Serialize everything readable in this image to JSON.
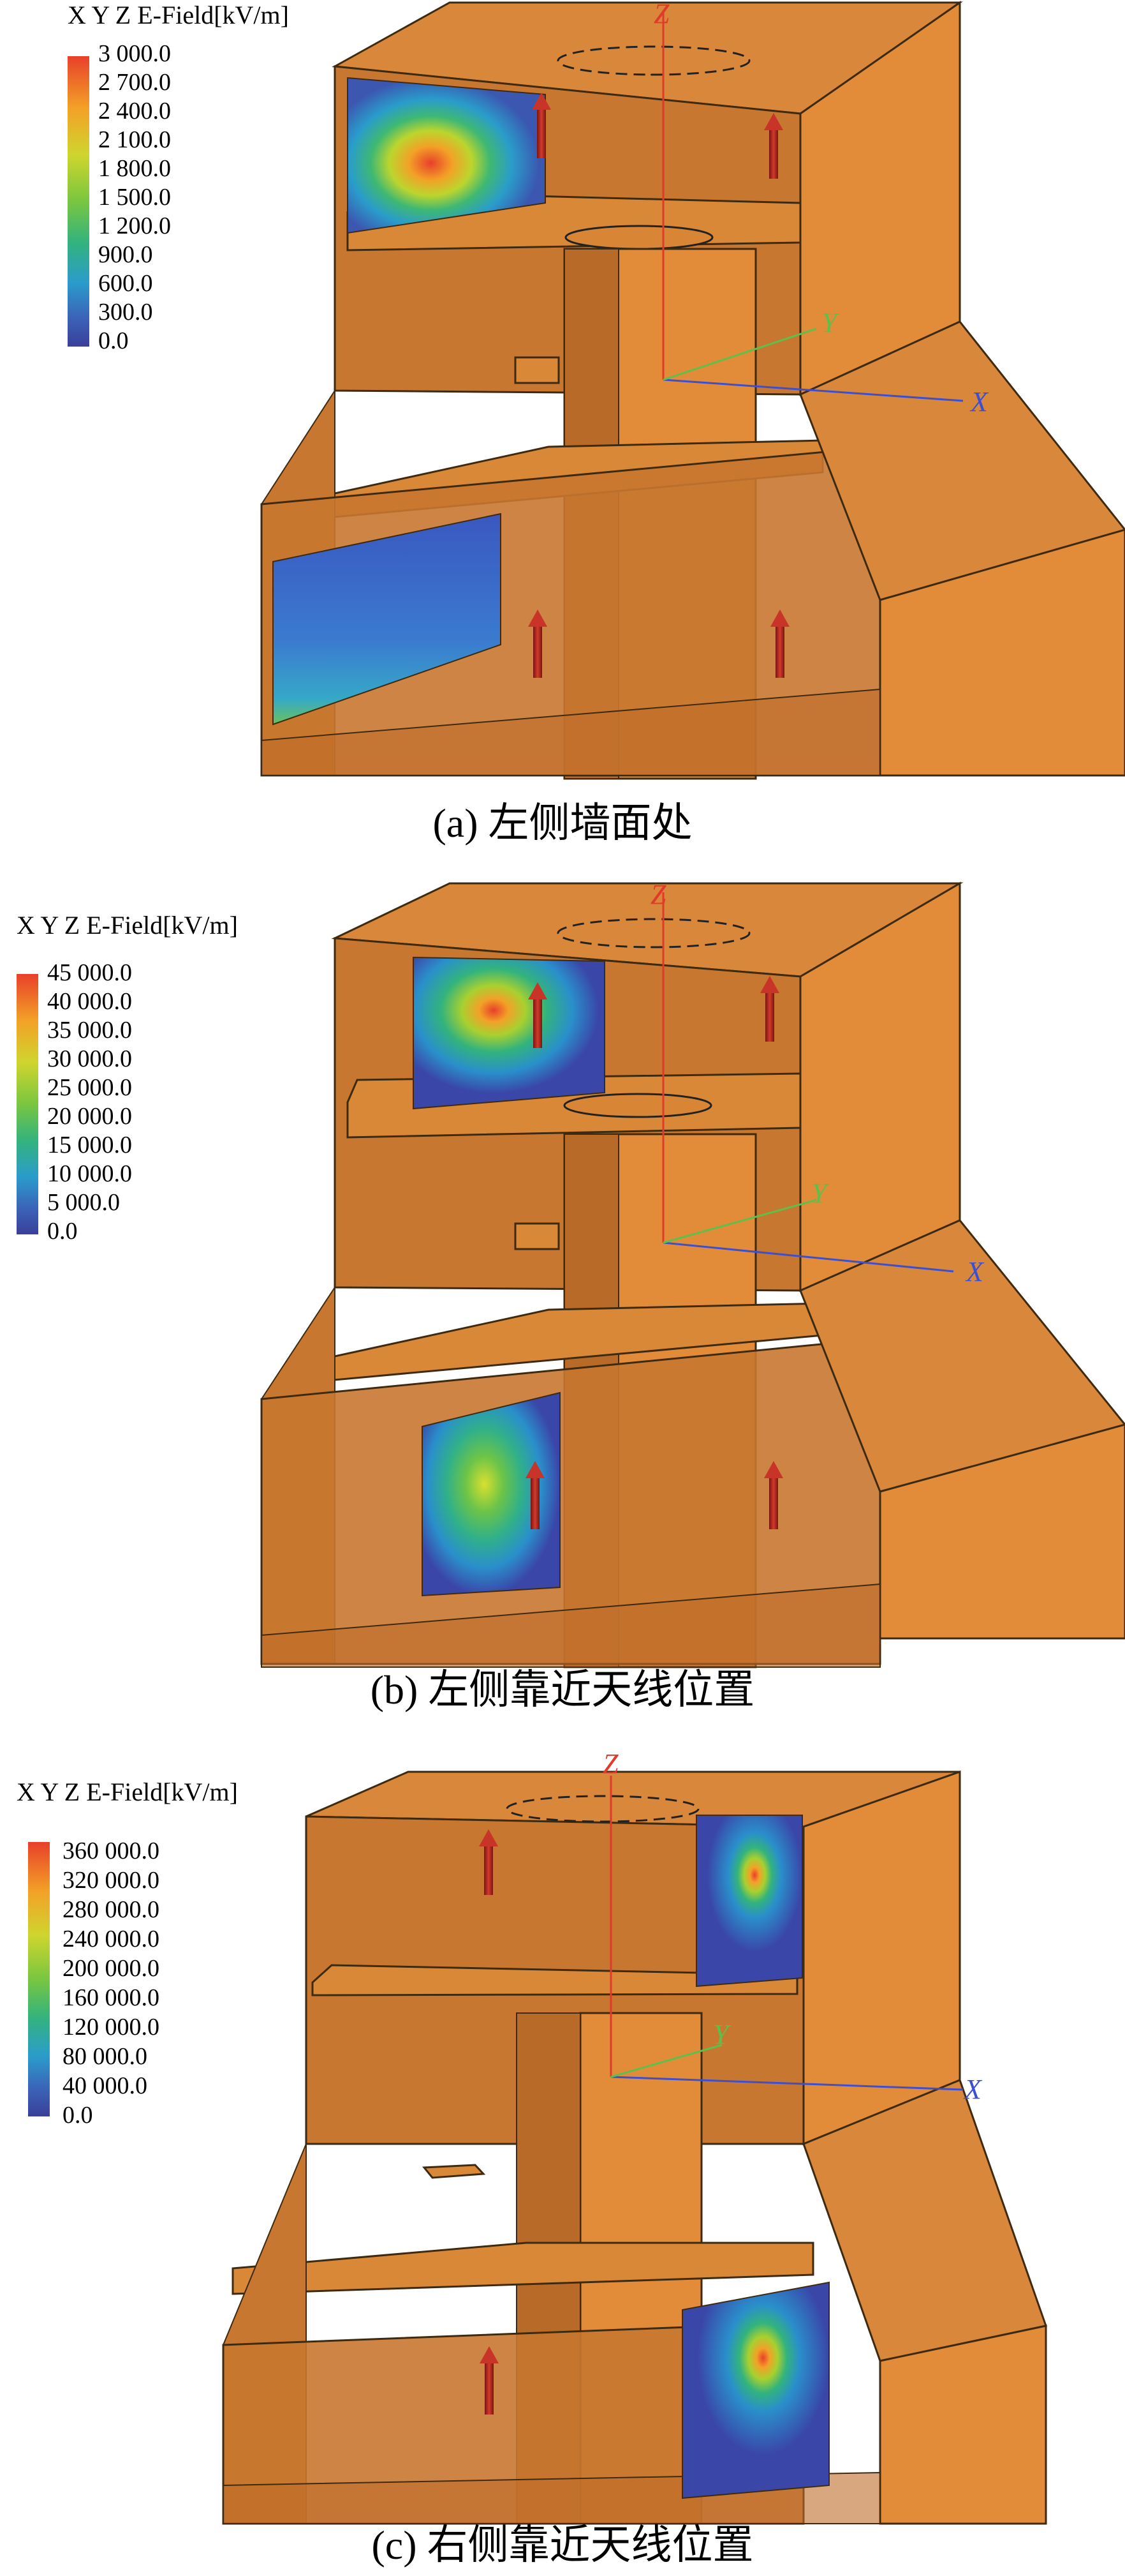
{
  "panels": [
    {
      "id": "a",
      "caption": "(a) 左侧墙面处",
      "legend_title": "X Y Z E-Field[kV/m]",
      "legend_ticks": [
        "3 000.0",
        "2 700.0",
        "2 400.0",
        "2 100.0",
        "1 800.0",
        "1 500.0",
        "1 200.0",
        "900.0",
        "600.0",
        "300.0",
        "0.0"
      ]
    },
    {
      "id": "b",
      "caption": "(b) 左侧靠近天线位置",
      "legend_title": "X Y Z E-Field[kV/m]",
      "legend_ticks": [
        "45 000.0",
        "40 000.0",
        "35 000.0",
        "30 000.0",
        "25 000.0",
        "20 000.0",
        "15 000.0",
        "10 000.0",
        "5 000.0",
        "0.0"
      ]
    },
    {
      "id": "c",
      "caption": "(c) 右侧靠近天线位置",
      "legend_title": "X Y Z E-Field[kV/m]",
      "legend_ticks": [
        "360 000.0",
        "320 000.0",
        "280 000.0",
        "240 000.0",
        "200 000.0",
        "160 000.0",
        "120 000.0",
        "80 000.0",
        "40 000.0",
        "0.0"
      ]
    }
  ],
  "axes": {
    "x": "X",
    "y": "Y",
    "z": "Z"
  },
  "colors": {
    "structure_face": "#e08a36",
    "structure_side": "#c9752b",
    "structure_dark": "#9b5a20",
    "axis_x": "#3b4fd0",
    "axis_y": "#5ec04a",
    "axis_z": "#e03a2a",
    "field_low": "#3a3f9a",
    "field_high": "#e8402a"
  },
  "icons": {
    "antenna": "antenna-arrow-icon"
  }
}
